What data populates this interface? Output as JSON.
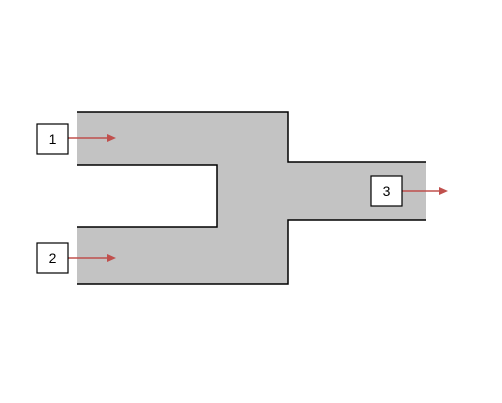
{
  "diagram": {
    "colors": {
      "duct_fill": "#c3c3c3",
      "duct_edge": "#000000",
      "arrow": "#c0504d",
      "label_box_fill": "#ffffff",
      "label_box_edge": "#000000"
    },
    "streams": [
      {
        "label": "1",
        "role": "inlet"
      },
      {
        "label": "2",
        "role": "inlet"
      },
      {
        "label": "3",
        "role": "outlet"
      }
    ]
  }
}
